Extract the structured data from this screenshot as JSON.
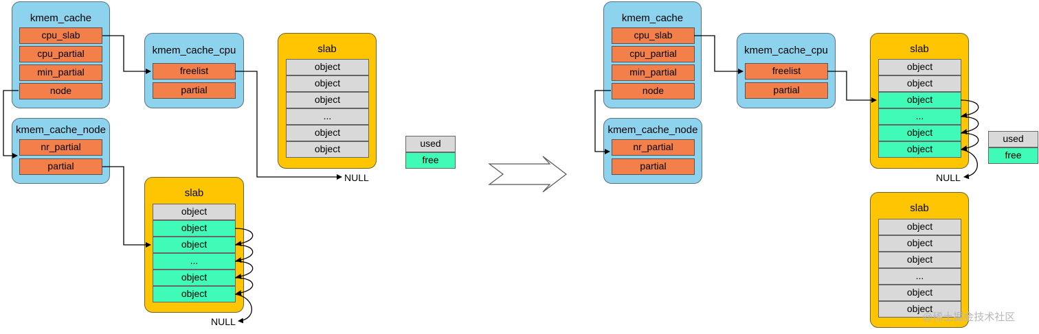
{
  "colors": {
    "cache_box": "#8dd3ee",
    "field": "#f37f4a",
    "slab_box": "#ffc501",
    "used": "#d9d9d9",
    "free": "#40fbb8"
  },
  "left": {
    "kmem_cache": {
      "title": "kmem_cache",
      "fields": [
        "cpu_slab",
        "cpu_partial",
        "min_partial",
        "node"
      ]
    },
    "kmem_cache_cpu": {
      "title": "kmem_cache_cpu",
      "fields": [
        "freelist",
        "partial"
      ]
    },
    "kmem_cache_node": {
      "title": "kmem_cache_node",
      "fields": [
        "nr_partial",
        "partial"
      ]
    },
    "slab_top": {
      "title": "slab",
      "objects": [
        {
          "label": "object",
          "state": "used"
        },
        {
          "label": "object",
          "state": "used"
        },
        {
          "label": "object",
          "state": "used"
        },
        {
          "label": "...",
          "state": "used"
        },
        {
          "label": "object",
          "state": "used"
        },
        {
          "label": "object",
          "state": "used"
        }
      ]
    },
    "slab_bottom": {
      "title": "slab",
      "objects": [
        {
          "label": "object",
          "state": "used"
        },
        {
          "label": "object",
          "state": "free"
        },
        {
          "label": "object",
          "state": "free"
        },
        {
          "label": "...",
          "state": "free"
        },
        {
          "label": "object",
          "state": "free"
        },
        {
          "label": "object",
          "state": "free"
        }
      ]
    },
    "null_freelist": "NULL",
    "null_partial": "NULL"
  },
  "legend": {
    "used": "used",
    "free": "free"
  },
  "right": {
    "kmem_cache": {
      "title": "kmem_cache",
      "fields": [
        "cpu_slab",
        "cpu_partial",
        "min_partial",
        "node"
      ]
    },
    "kmem_cache_cpu": {
      "title": "kmem_cache_cpu",
      "fields": [
        "freelist",
        "partial"
      ]
    },
    "kmem_cache_node": {
      "title": "kmem_cache_node",
      "fields": [
        "nr_partial",
        "partial"
      ]
    },
    "slab_top": {
      "title": "slab",
      "objects": [
        {
          "label": "object",
          "state": "used"
        },
        {
          "label": "object",
          "state": "used"
        },
        {
          "label": "object",
          "state": "free"
        },
        {
          "label": "...",
          "state": "free"
        },
        {
          "label": "object",
          "state": "free"
        },
        {
          "label": "object",
          "state": "free"
        }
      ]
    },
    "slab_bottom": {
      "title": "slab",
      "objects": [
        {
          "label": "object",
          "state": "used"
        },
        {
          "label": "object",
          "state": "used"
        },
        {
          "label": "object",
          "state": "used"
        },
        {
          "label": "...",
          "state": "used"
        },
        {
          "label": "object",
          "state": "used"
        },
        {
          "label": "object",
          "state": "used"
        }
      ]
    },
    "null_freelist": "NULL"
  },
  "watermark": "@稀土掘金技术社区"
}
